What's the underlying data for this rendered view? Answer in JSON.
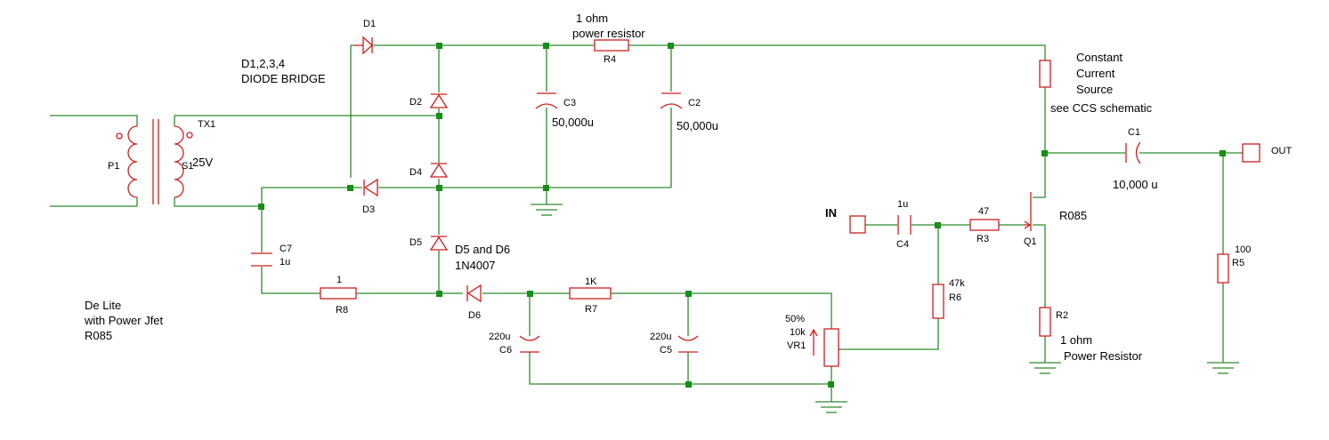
{
  "header": {
    "bridge_title": "D1,2,3,4",
    "bridge_subtitle": "DIODE BRIDGE",
    "r4_note": "1 ohm",
    "r4_note2": "power resistor",
    "ccs_line1": "Constant",
    "ccs_line2": "Current",
    "ccs_line3": "Source",
    "ccs_ref": "see CCS schematic"
  },
  "notes": {
    "title_line1": "De Lite",
    "title_line2": "with Power Jfet",
    "title_line3": "R085",
    "r2_note1": "1 ohm",
    "r2_note2": "Power Resistor"
  },
  "ports": {
    "in": "IN",
    "out": "OUT"
  },
  "components": {
    "P1": "P1",
    "S1": "S1",
    "TX1": "TX1",
    "tx_voltage": "25V",
    "D1": "D1",
    "D2": "D2",
    "D3": "D3",
    "D4": "D4",
    "D5": "D5",
    "D6": "D6",
    "d5_note": "D5 and D6",
    "d5_type": "1N4007",
    "C1": "C1",
    "C1_val": "10,000 u",
    "C2": "C2",
    "C2_val": "50,000u",
    "C3": "C3",
    "C3_val": "50,000u",
    "C4": "C4",
    "C4_val": "1u",
    "C5": "C5",
    "C5_val": "220u",
    "C6": "C6",
    "C6_val": "220u",
    "C7": "C7",
    "C7_val": "1u",
    "R2": "R2",
    "R3": "R3",
    "R3_val": "47",
    "R4": "R4",
    "R5": "R5",
    "R5_val": "100",
    "R6": "R6",
    "R6_val": "47k",
    "R7": "R7",
    "R7_val": "1K",
    "R8": "R8",
    "R8_val": "1",
    "VR1": "VR1",
    "VR1_val": "10k",
    "VR1_setting": "50%",
    "Q1": "Q1",
    "Q1_type": "R085"
  },
  "colors": {
    "wire": "#2e8b2e",
    "component": "#cc1f1f",
    "junction": "#168f16",
    "text": "#000000",
    "background": "#ffffff"
  }
}
